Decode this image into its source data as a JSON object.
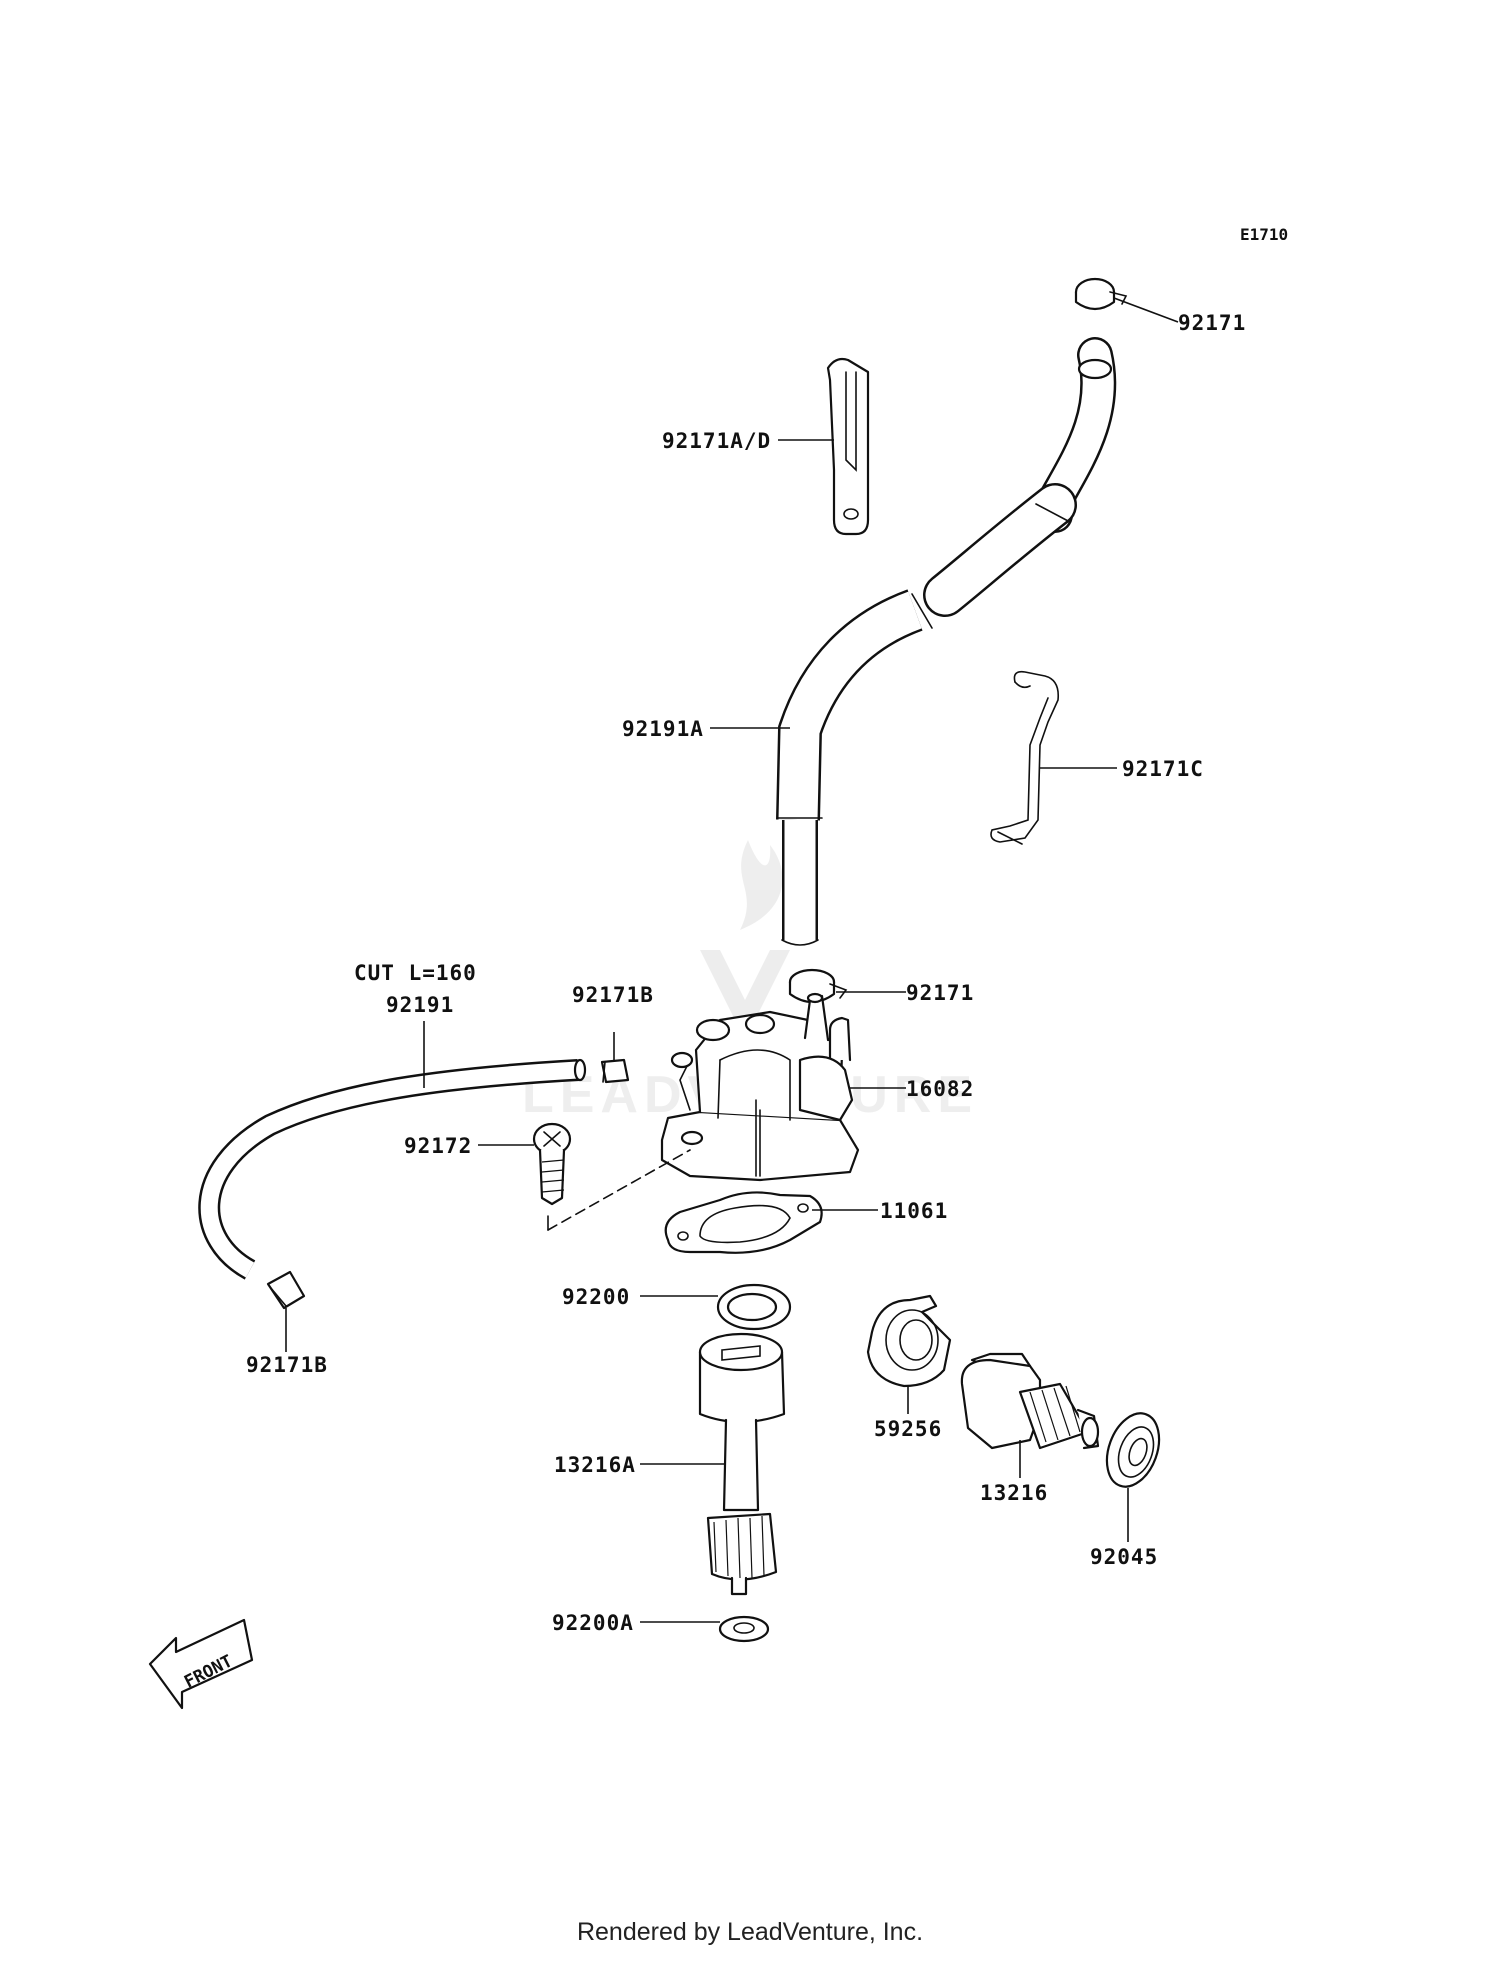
{
  "diagram": {
    "code": "E1710",
    "footer": "Rendered by LeadVenture, Inc.",
    "front_label": "FRONT",
    "watermark": "LEADVENTURE",
    "callouts": {
      "clamp_top": "92171",
      "clip_a_d": "92171A/D",
      "hose_a": "92191A",
      "clip_c": "92171C",
      "cut_length": "CUT L=160",
      "hose": "92191",
      "cap_top": "92171B",
      "clamp_pump": "92171",
      "pump": "16082",
      "screw": "92172",
      "gasket": "11061",
      "washer": "92200",
      "cap_bottom": "92171B",
      "bushing": "59256",
      "shaft_a": "13216A",
      "shaft": "13216",
      "bearing": "92045",
      "washer_a": "92200A"
    }
  }
}
